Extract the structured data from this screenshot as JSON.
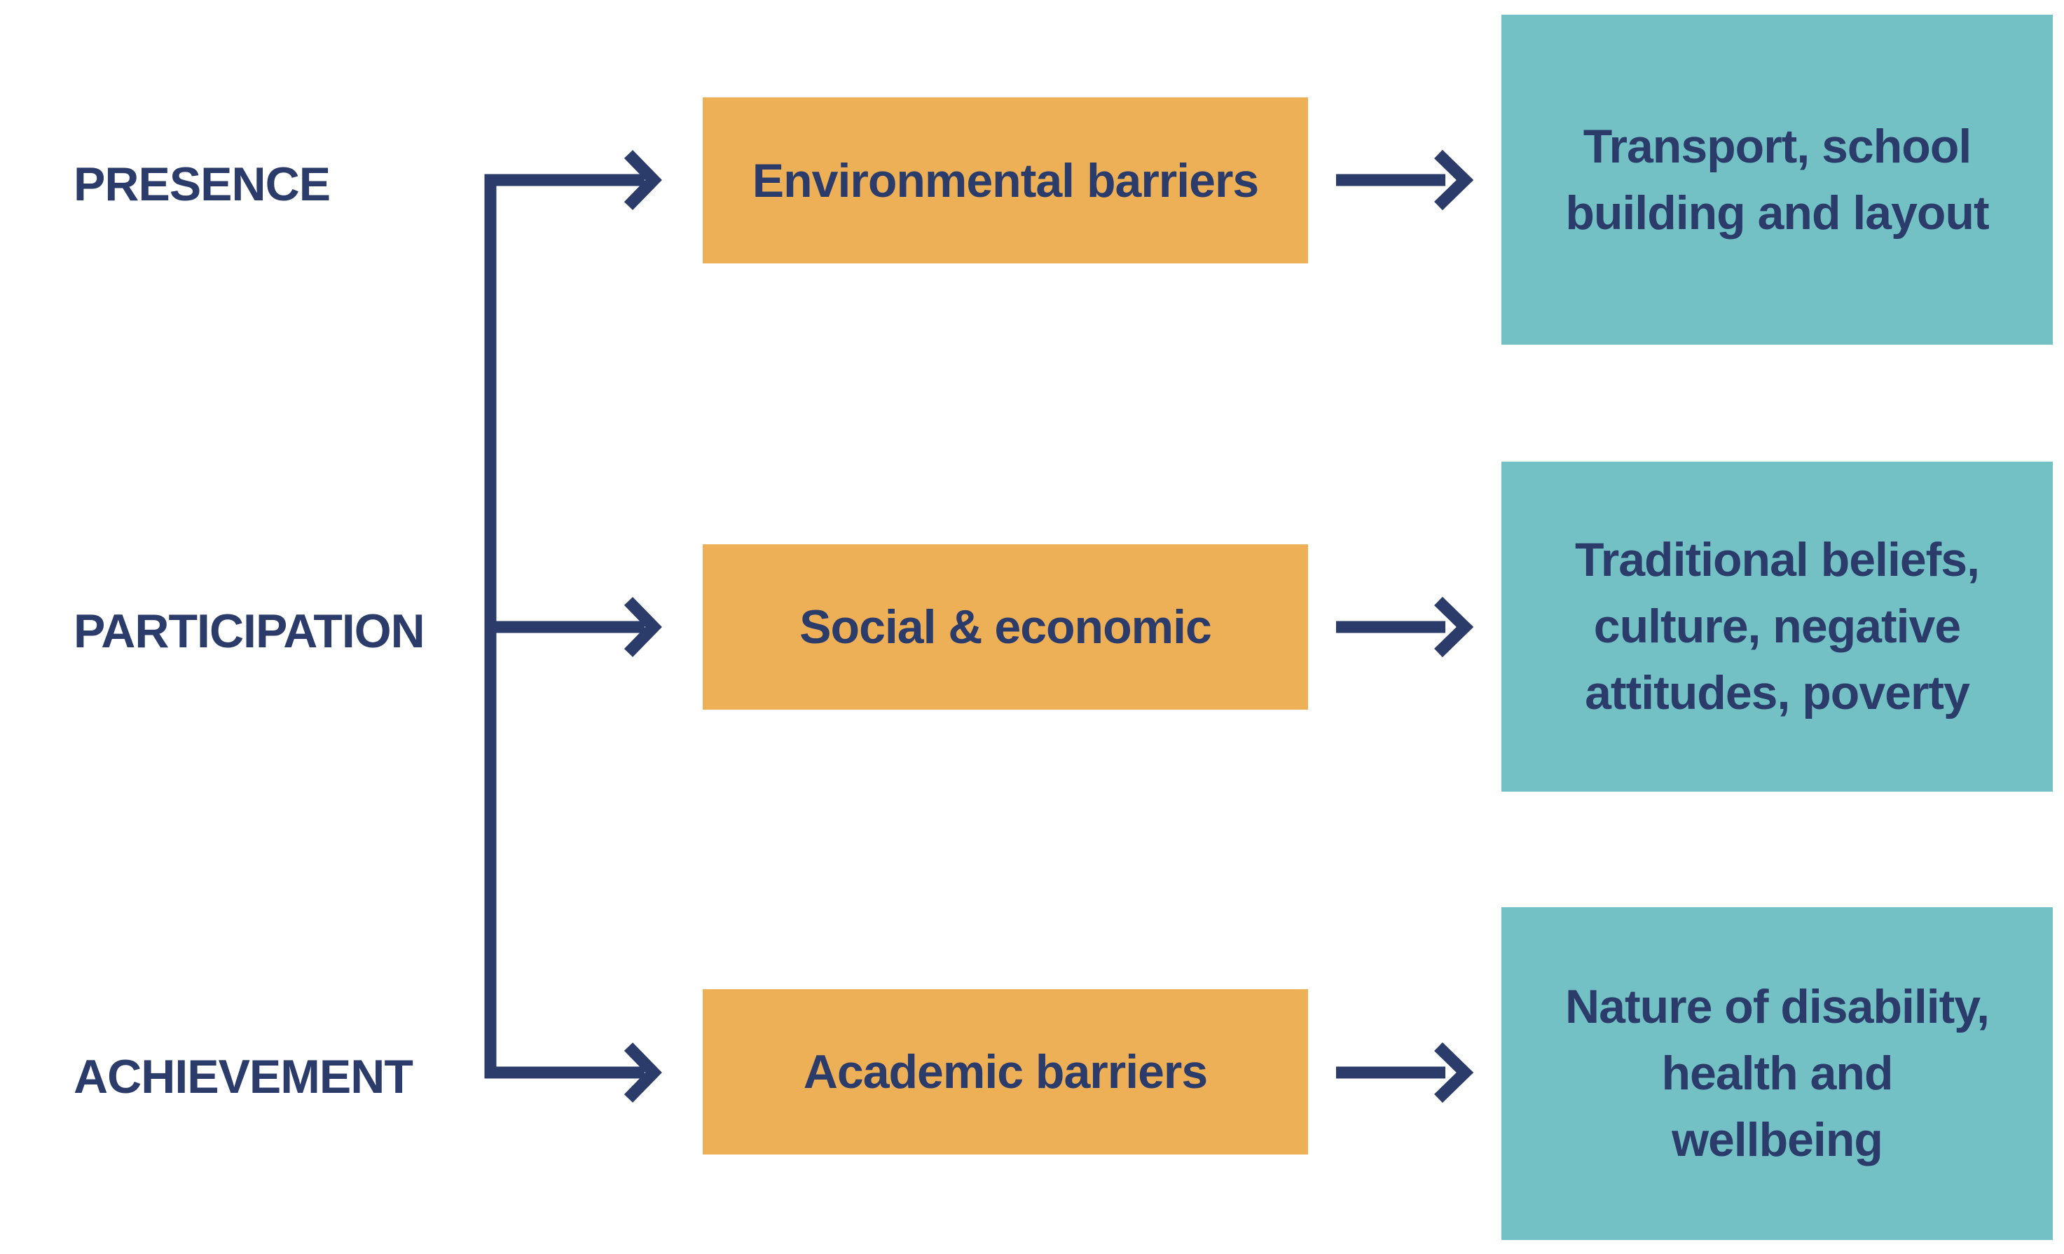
{
  "diagram": {
    "rows": [
      {
        "stage": "PRESENCE",
        "barrier": "Environmental barriers",
        "outcome": "Transport, school\nbuilding and layout"
      },
      {
        "stage": "PARTICIPATION",
        "barrier": "Social & economic",
        "outcome": "Traditional beliefs,\nculture, negative\nattitudes, poverty"
      },
      {
        "stage": "ACHIEVEMENT",
        "barrier": "Academic barriers",
        "outcome": "Nature of disability,\nhealth and\nwellbeing"
      }
    ],
    "colors": {
      "barrier_fill": "#EEB057",
      "outcome_fill": "#73C1C5",
      "text_navy": "#2B3C6B",
      "connector": "#2B3C6B",
      "background": "#FFFFFF"
    }
  }
}
